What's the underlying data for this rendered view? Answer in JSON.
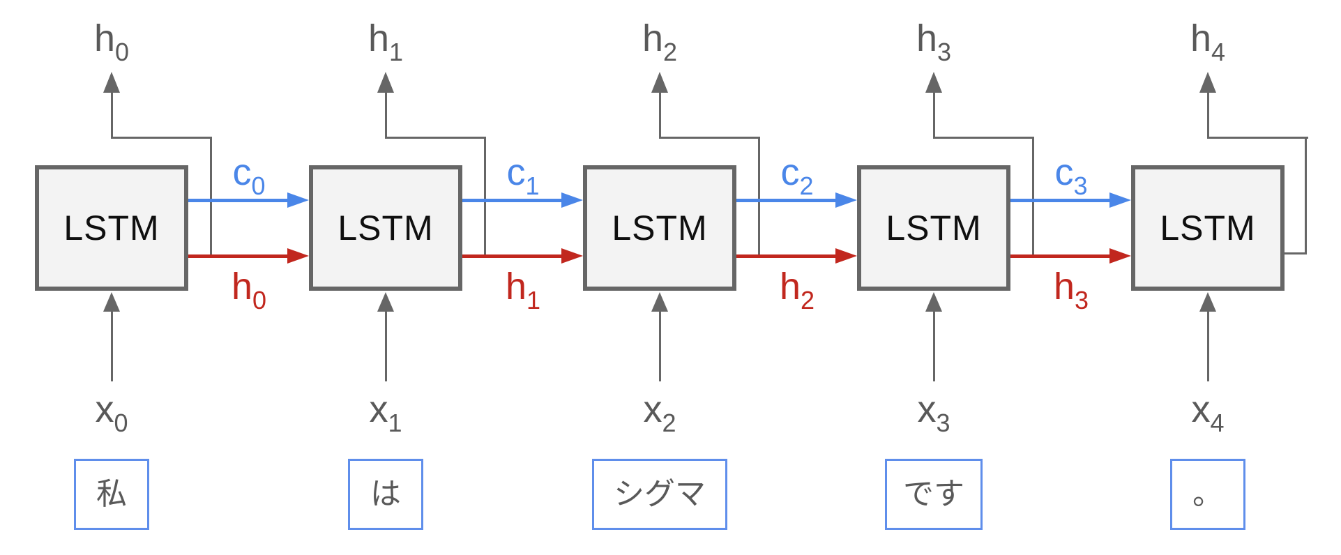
{
  "diagram": {
    "type": "unrolled-lstm-sequence",
    "node_label": "LSTM",
    "sentence_tokens": [
      "私",
      "は",
      "シグマ",
      "です",
      "。"
    ]
  },
  "cells": [
    {
      "cell_label": "LSTM",
      "output": {
        "base": "h",
        "sub": "0"
      },
      "input": {
        "base": "x",
        "sub": "0"
      },
      "token": "私"
    },
    {
      "cell_label": "LSTM",
      "output": {
        "base": "h",
        "sub": "1"
      },
      "input": {
        "base": "x",
        "sub": "1"
      },
      "token": "は"
    },
    {
      "cell_label": "LSTM",
      "output": {
        "base": "h",
        "sub": "2"
      },
      "input": {
        "base": "x",
        "sub": "2"
      },
      "token": "シグマ"
    },
    {
      "cell_label": "LSTM",
      "output": {
        "base": "h",
        "sub": "3"
      },
      "input": {
        "base": "x",
        "sub": "3"
      },
      "token": "です"
    },
    {
      "cell_label": "LSTM",
      "output": {
        "base": "h",
        "sub": "4"
      },
      "input": {
        "base": "x",
        "sub": "4"
      },
      "token": "。"
    }
  ],
  "links": [
    {
      "cell_state": {
        "base": "c",
        "sub": "0"
      },
      "hidden_state": {
        "base": "h",
        "sub": "0"
      }
    },
    {
      "cell_state": {
        "base": "c",
        "sub": "1"
      },
      "hidden_state": {
        "base": "h",
        "sub": "1"
      }
    },
    {
      "cell_state": {
        "base": "c",
        "sub": "2"
      },
      "hidden_state": {
        "base": "h",
        "sub": "2"
      }
    },
    {
      "cell_state": {
        "base": "c",
        "sub": "3"
      },
      "hidden_state": {
        "base": "h",
        "sub": "3"
      }
    }
  ],
  "colors": {
    "cell_state_blue": "#4a86e8",
    "hidden_state_red": "#c1271e",
    "wire_gray": "#666666",
    "box_fill": "#f3f3f3",
    "box_border": "#666666",
    "token_box_border": "#5f8eeb",
    "label_gray": "#595959",
    "lstm_text": "#0f0f0f"
  }
}
